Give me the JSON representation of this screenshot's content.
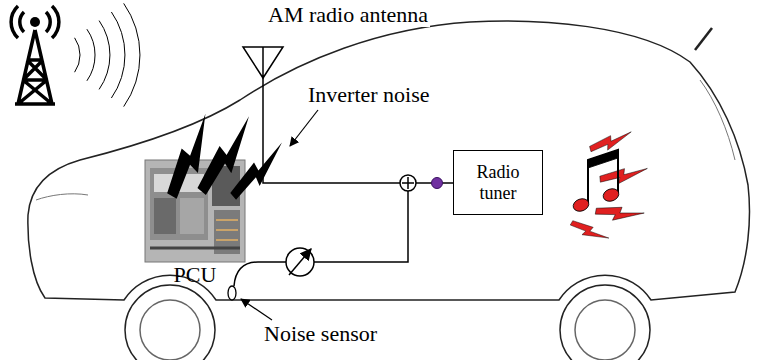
{
  "diagram": {
    "nodes": [
      {
        "text": [
          "PCU"
        ]
      },
      {
        "text": [
          "Radio tuner"
        ]
      }
    ],
    "labels": [
      "AM radio antenna",
      "Inverter noise",
      "Noise sensor"
    ]
  }
}
